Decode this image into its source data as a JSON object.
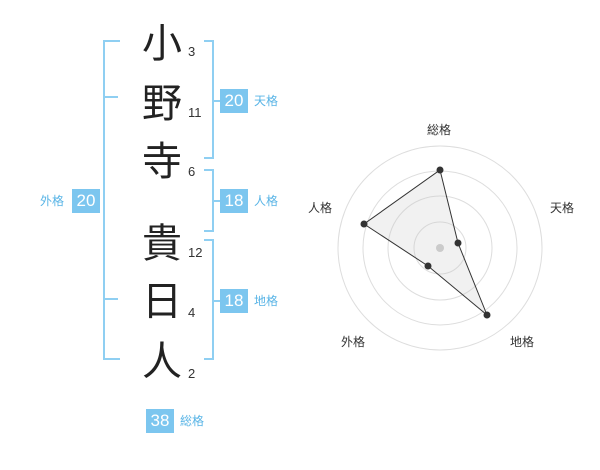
{
  "name": {
    "characters": [
      {
        "char": "小",
        "strokes": "3"
      },
      {
        "char": "野",
        "strokes": "11"
      },
      {
        "char": "寺",
        "strokes": "6"
      },
      {
        "char": "貴",
        "strokes": "12"
      },
      {
        "char": "日",
        "strokes": "4"
      },
      {
        "char": "人",
        "strokes": "2"
      }
    ]
  },
  "fortune": {
    "tenkaku": {
      "value": "20",
      "label": "天格"
    },
    "jinkaku": {
      "value": "18",
      "label": "人格"
    },
    "chikaku": {
      "value": "18",
      "label": "地格"
    },
    "gaikaku": {
      "value": "20",
      "label": "外格"
    },
    "soukaku": {
      "value": "38",
      "label": "総格"
    }
  },
  "colors": {
    "accent": "#7cc6ef",
    "accent_text": "#58b4e6",
    "bracket": "#8fcff2"
  },
  "radar": {
    "labels": {
      "top": "総格",
      "right": "天格",
      "bottom_right": "地格",
      "bottom_left": "外格",
      "left": "人格"
    }
  }
}
